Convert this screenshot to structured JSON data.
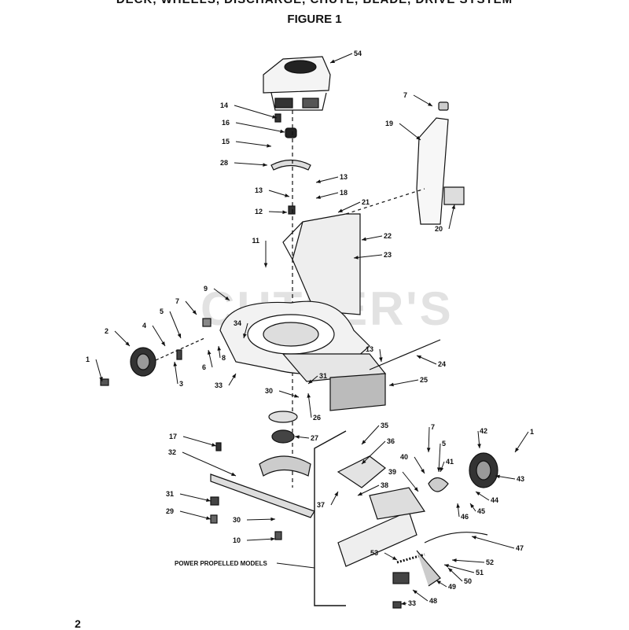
{
  "header": {
    "top_title": "DECK, WHEELS, DISCHARGE, CHUTE, BLADE, DRIVE SYSTEM",
    "figure_title": "FIGURE 1"
  },
  "watermark": "CUTLER'S",
  "section_label": "POWER PROPELLED MODELS",
  "page_number": "2",
  "callouts": [
    "54",
    "7",
    "14",
    "16",
    "15",
    "19",
    "28",
    "13",
    "13",
    "18",
    "12",
    "21",
    "20",
    "22",
    "11",
    "23",
    "9",
    "7",
    "5",
    "4",
    "34",
    "2",
    "6",
    "8",
    "1",
    "3",
    "33",
    "13",
    "24",
    "31",
    "25",
    "30",
    "26",
    "27",
    "17",
    "32",
    "35",
    "36",
    "7",
    "42",
    "1",
    "5",
    "40",
    "41",
    "39",
    "43",
    "38",
    "37",
    "44",
    "31",
    "29",
    "46",
    "45",
    "30",
    "10",
    "47",
    "53",
    "52",
    "51",
    "50",
    "49",
    "48",
    "33"
  ]
}
